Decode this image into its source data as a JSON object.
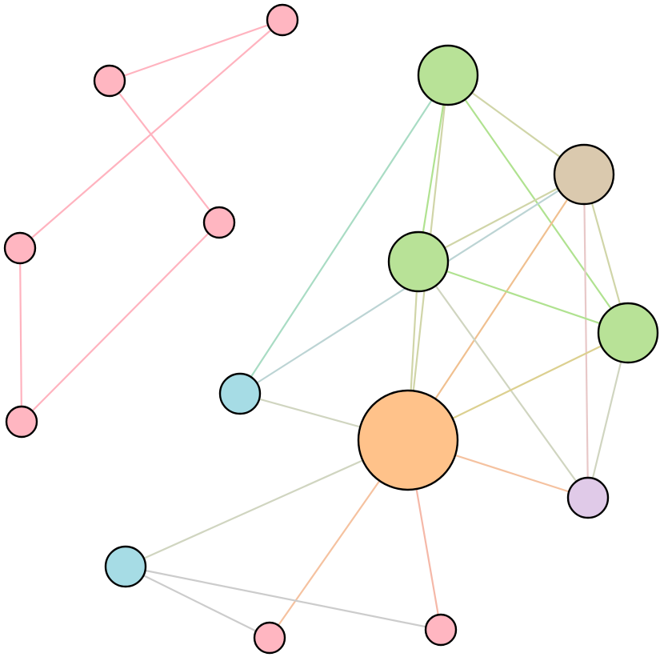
{
  "graph": {
    "type": "network",
    "colors": {
      "pink": "#ffb6c1",
      "green": "#b8e297",
      "tan": "#dac9ae",
      "cyan": "#a6dce5",
      "orange": "#ffc28a",
      "lavender": "#e0cae8",
      "edge_pink": "#ffb3bf",
      "edge_olive": "#d0d5a8",
      "edge_green": "#b0e290",
      "edge_teal": "#a9dcc4",
      "edge_bluegray": "#bcd4d4",
      "edge_sage": "#d0d5c0",
      "edge_peach": "#f5c2a0",
      "edge_orange": "#f0c090",
      "edge_yellow": "#dcd090",
      "edge_rose": "#e8c8c8",
      "edge_gray": "#cccccc",
      "edge_salmon": "#f5b8a8"
    },
    "nodes": [
      {
        "id": "n1",
        "group": "pink",
        "size": "small"
      },
      {
        "id": "n2",
        "group": "pink",
        "size": "small"
      },
      {
        "id": "n3",
        "group": "pink",
        "size": "small"
      },
      {
        "id": "n4",
        "group": "pink",
        "size": "small"
      },
      {
        "id": "n5",
        "group": "pink",
        "size": "small"
      },
      {
        "id": "n6",
        "group": "green",
        "size": "large"
      },
      {
        "id": "n7",
        "group": "tan",
        "size": "large"
      },
      {
        "id": "n8",
        "group": "green",
        "size": "large"
      },
      {
        "id": "n9",
        "group": "green",
        "size": "large"
      },
      {
        "id": "n10",
        "group": "cyan",
        "size": "medium"
      },
      {
        "id": "n11",
        "group": "orange",
        "size": "hub"
      },
      {
        "id": "n12",
        "group": "lavender",
        "size": "medium"
      },
      {
        "id": "n13",
        "group": "cyan",
        "size": "medium"
      },
      {
        "id": "n14",
        "group": "pink",
        "size": "small"
      },
      {
        "id": "n15",
        "group": "pink",
        "size": "small"
      }
    ],
    "edges": [
      {
        "source": "n1",
        "target": "n2",
        "color": "edge_pink"
      },
      {
        "source": "n1",
        "target": "n4",
        "color": "edge_pink"
      },
      {
        "source": "n2",
        "target": "n3",
        "color": "edge_pink"
      },
      {
        "source": "n4",
        "target": "n5",
        "color": "edge_pink"
      },
      {
        "source": "n3",
        "target": "n5",
        "color": "edge_pink"
      },
      {
        "source": "n6",
        "target": "n7",
        "color": "edge_olive"
      },
      {
        "source": "n6",
        "target": "n8",
        "color": "edge_green"
      },
      {
        "source": "n6",
        "target": "n9",
        "color": "edge_green"
      },
      {
        "source": "n6",
        "target": "n10",
        "color": "edge_teal"
      },
      {
        "source": "n6",
        "target": "n11",
        "color": "edge_olive"
      },
      {
        "source": "n7",
        "target": "n8",
        "color": "edge_olive"
      },
      {
        "source": "n7",
        "target": "n9",
        "color": "edge_olive"
      },
      {
        "source": "n7",
        "target": "n11",
        "color": "edge_orange"
      },
      {
        "source": "n7",
        "target": "n12",
        "color": "edge_rose"
      },
      {
        "source": "n7",
        "target": "n10",
        "color": "edge_bluegray"
      },
      {
        "source": "n8",
        "target": "n9",
        "color": "edge_green"
      },
      {
        "source": "n8",
        "target": "n11",
        "color": "edge_olive"
      },
      {
        "source": "n8",
        "target": "n12",
        "color": "edge_sage"
      },
      {
        "source": "n9",
        "target": "n11",
        "color": "edge_yellow"
      },
      {
        "source": "n9",
        "target": "n12",
        "color": "edge_sage"
      },
      {
        "source": "n10",
        "target": "n11",
        "color": "edge_sage"
      },
      {
        "source": "n11",
        "target": "n12",
        "color": "edge_peach"
      },
      {
        "source": "n11",
        "target": "n13",
        "color": "edge_sage"
      },
      {
        "source": "n11",
        "target": "n14",
        "color": "edge_peach"
      },
      {
        "source": "n11",
        "target": "n15",
        "color": "edge_salmon"
      },
      {
        "source": "n13",
        "target": "n14",
        "color": "edge_gray"
      },
      {
        "source": "n13",
        "target": "n15",
        "color": "edge_gray"
      }
    ]
  }
}
